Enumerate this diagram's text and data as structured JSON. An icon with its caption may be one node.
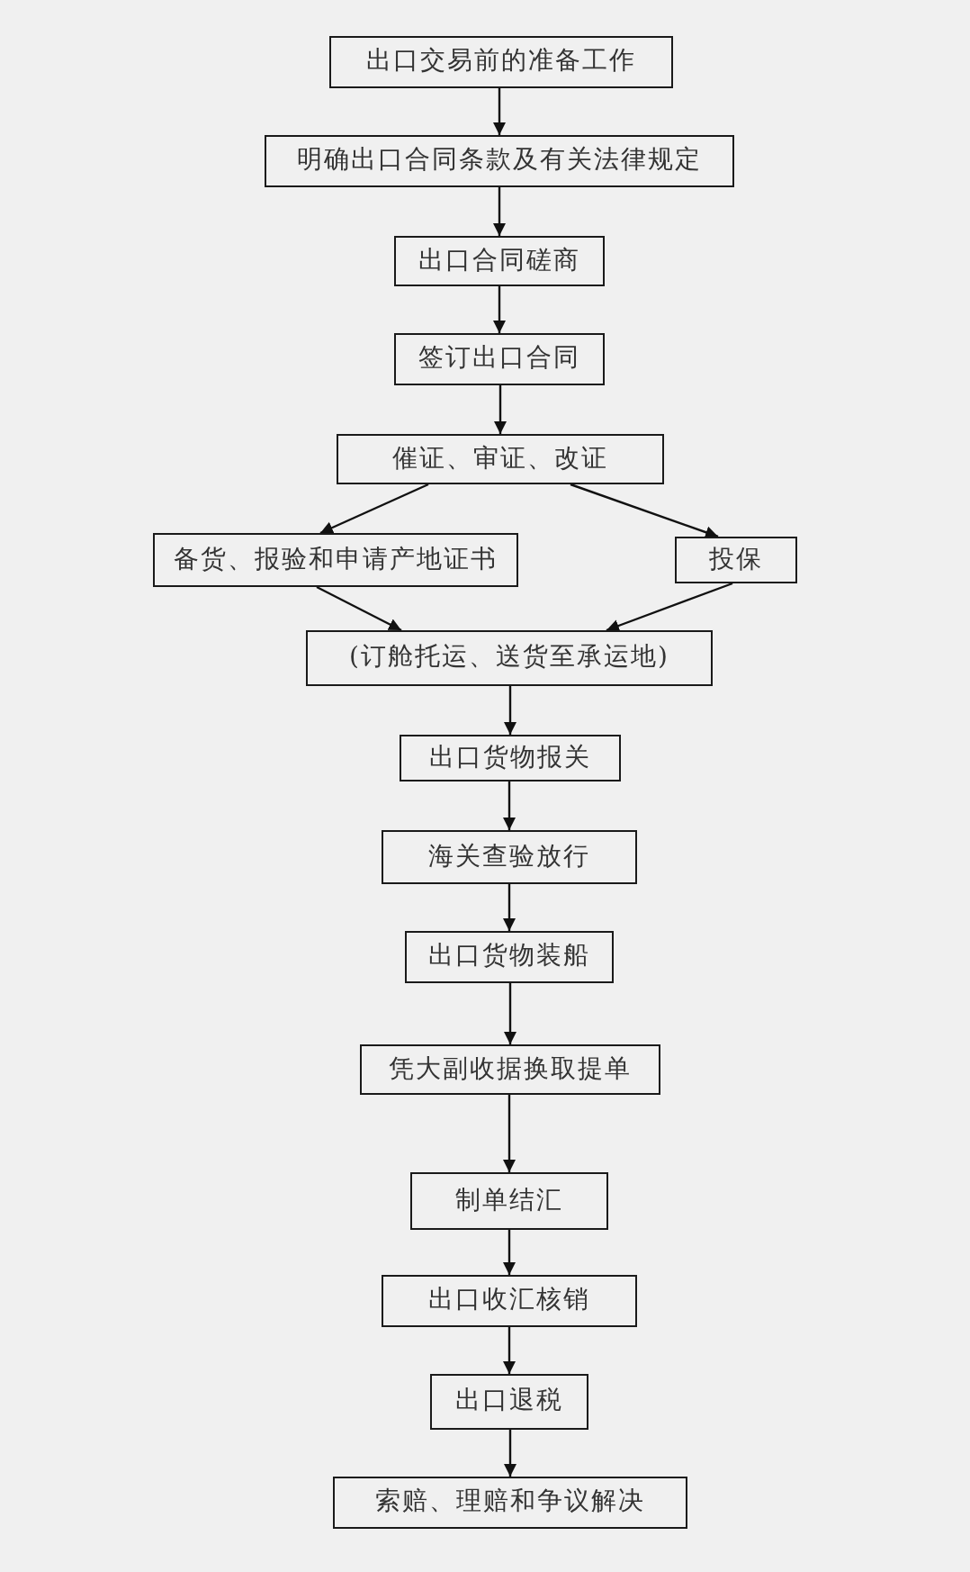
{
  "diagram": {
    "nodes": [
      {
        "text": [
          "出口交易前的准备工作"
        ]
      },
      {
        "text": [
          "明确出口合同条款及有关法律规定"
        ]
      },
      {
        "text": [
          "出口合同磋商"
        ]
      },
      {
        "text": [
          "签订出口合同"
        ]
      },
      {
        "text": [
          "催证、审证、改证"
        ]
      },
      {
        "text": [
          "备货、报验和申请产地证书"
        ]
      },
      {
        "text": [
          "投保"
        ]
      },
      {
        "text": [
          "(订舱托运、送货至承运地)"
        ]
      },
      {
        "text": [
          "出口货物报关"
        ]
      },
      {
        "text": [
          "海关查验放行"
        ]
      },
      {
        "text": [
          "出口货物装船"
        ]
      },
      {
        "text": [
          "凭大副收据换取提单"
        ]
      },
      {
        "text": [
          "制单结汇"
        ]
      },
      {
        "text": [
          "出口收汇核销"
        ]
      },
      {
        "text": [
          "出口退税"
        ]
      },
      {
        "text": [
          "索赔、理赔和争议解决"
        ]
      }
    ],
    "edges": [
      {
        "from": 0,
        "to": 1,
        "arrow": "to"
      },
      {
        "from": 1,
        "to": 2,
        "arrow": "to"
      },
      {
        "from": 2,
        "to": 3,
        "arrow": "to"
      },
      {
        "from": 3,
        "to": 4,
        "arrow": "to"
      },
      {
        "from": 4,
        "to": 5,
        "arrow": "to"
      },
      {
        "from": 4,
        "to": 6,
        "arrow": "to"
      },
      {
        "from": 5,
        "to": 7,
        "arrow": "to"
      },
      {
        "from": 6,
        "to": 7,
        "arrow": "to"
      },
      {
        "from": 7,
        "to": 8,
        "arrow": "to"
      },
      {
        "from": 8,
        "to": 9,
        "arrow": "to"
      },
      {
        "from": 9,
        "to": 10,
        "arrow": "to"
      },
      {
        "from": 10,
        "to": 11,
        "arrow": "to"
      },
      {
        "from": 11,
        "to": 12,
        "arrow": "to"
      },
      {
        "from": 12,
        "to": 13,
        "arrow": "to"
      },
      {
        "from": 13,
        "to": 14,
        "arrow": "to"
      },
      {
        "from": 14,
        "to": 15,
        "arrow": "to"
      }
    ]
  }
}
